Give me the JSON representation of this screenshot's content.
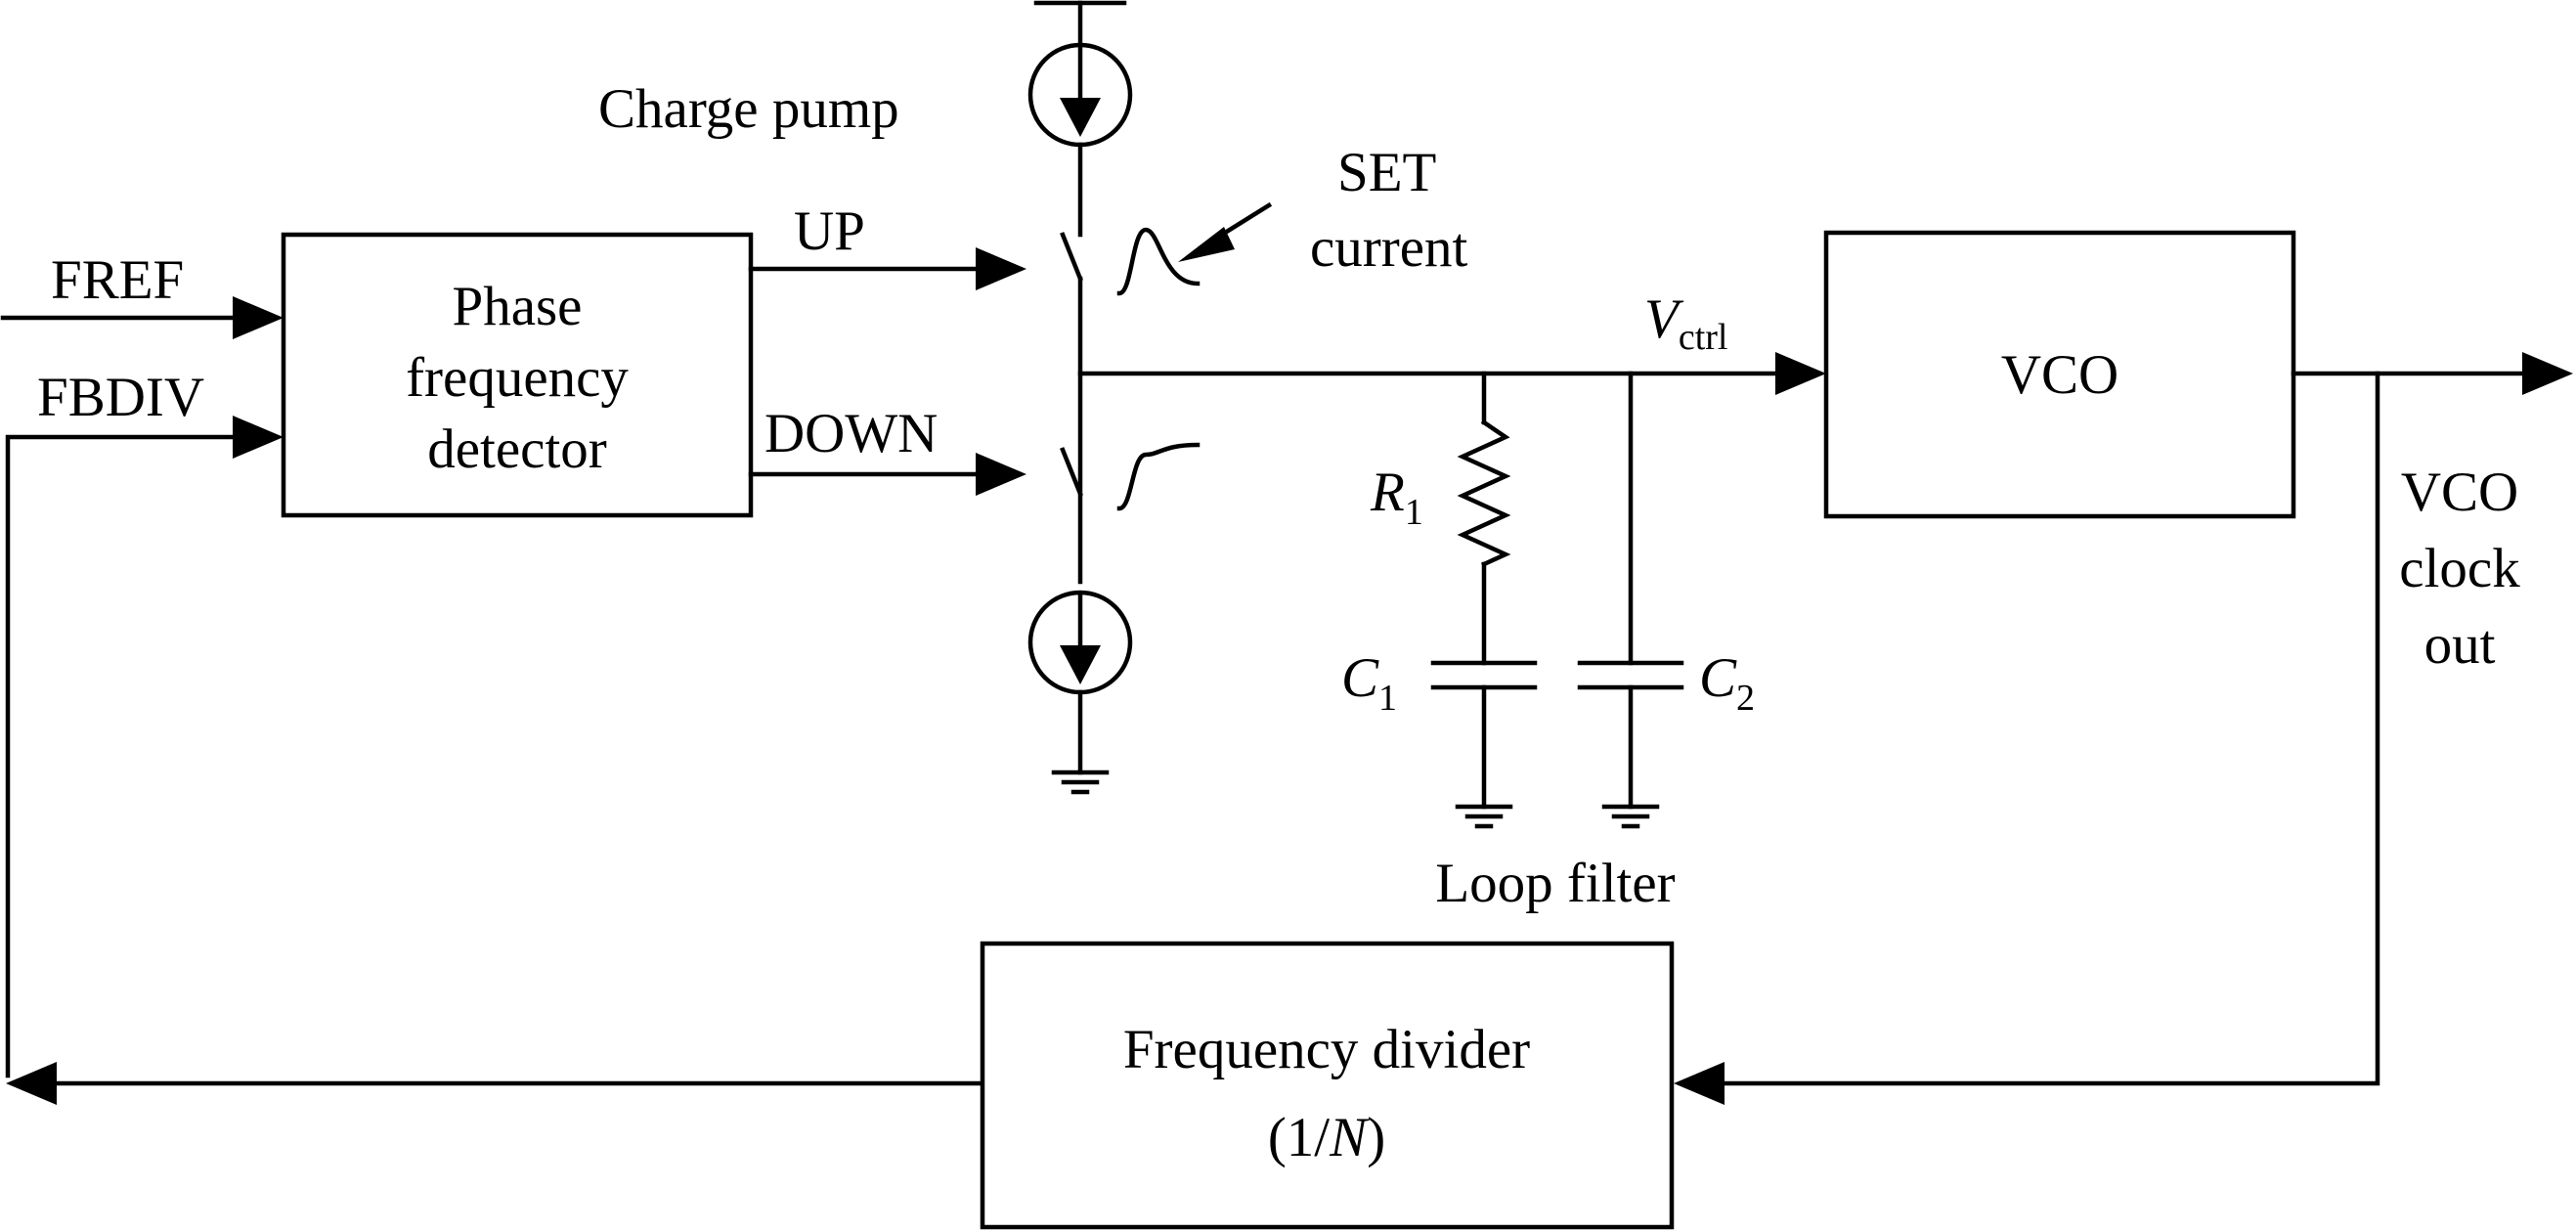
{
  "inputs": {
    "fref": "FREF",
    "fbdiv": "FBDIV"
  },
  "pfd": {
    "line1": "Phase",
    "line2": "frequency",
    "line3": "detector"
  },
  "charge_pump": {
    "label": "Charge pump",
    "up": "UP",
    "down": "DOWN"
  },
  "set_current": {
    "line1": "SET",
    "line2": "current"
  },
  "vctrl": {
    "main": "V",
    "sub": "ctrl"
  },
  "vco": {
    "label": "VCO"
  },
  "vco_out": {
    "line1": "VCO",
    "line2": "clock",
    "line3": "out"
  },
  "loop_filter": {
    "label": "Loop filter",
    "r1": {
      "main": "R",
      "sub": "1"
    },
    "c1": {
      "main": "C",
      "sub": "1"
    },
    "c2": {
      "main": "C",
      "sub": "2"
    }
  },
  "divider": {
    "line1": "Frequency divider",
    "line2_open": "(1/",
    "line2_n": "N",
    "line2_close": ")"
  }
}
